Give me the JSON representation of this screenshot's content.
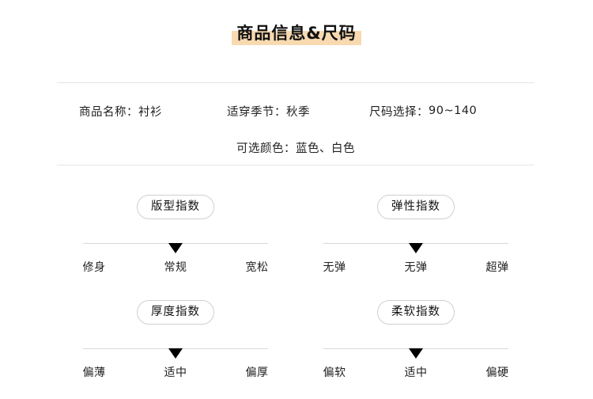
{
  "header": {
    "title": "商品信息&尺码",
    "highlight_color": "#f8d9b0"
  },
  "product_info": {
    "fields": [
      {
        "label": "商品名称：",
        "value": "衬衫"
      },
      {
        "label": "适穿季节：",
        "value": "秋季"
      },
      {
        "label": "尺码选择：",
        "value": "90~140"
      }
    ],
    "color_field": {
      "label": "可选颜色：",
      "value": "蓝色、白色"
    }
  },
  "indices": [
    {
      "name": "版型指数",
      "labels": [
        "修身",
        "常规",
        "宽松"
      ],
      "marker_position": "50%"
    },
    {
      "name": "弹性指数",
      "labels": [
        "无弹",
        "无弹",
        "超弹"
      ],
      "marker_position": "50%"
    },
    {
      "name": "厚度指数",
      "labels": [
        "偏薄",
        "适中",
        "偏厚"
      ],
      "marker_position": "50%"
    },
    {
      "name": "柔软指数",
      "labels": [
        "偏软",
        "适中",
        "偏硬"
      ],
      "marker_position": "50%"
    }
  ]
}
